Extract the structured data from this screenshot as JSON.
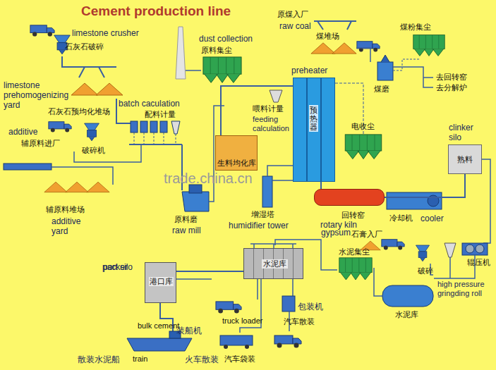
{
  "diagram": {
    "title": "Cement production line",
    "nodes": [
      {
        "text": [
          "preheater",
          "预热器"
        ]
      },
      {
        "text": [
          "生料均化库"
        ]
      },
      {
        "text": [
          "回转窑",
          "rotary kiln"
        ]
      },
      {
        "text": [
          "clinker silo",
          "熟料"
        ]
      },
      {
        "text": [
          "水泥库"
        ]
      },
      {
        "text": [
          "port silo",
          "港口库"
        ]
      }
    ],
    "edges": [
      {
        "from": 1,
        "to": 0,
        "arrow": "none"
      },
      {
        "from": 0,
        "to": 2,
        "arrow": "none"
      },
      {
        "from": 2,
        "to": 3,
        "arrow": "none"
      },
      {
        "from": 4,
        "to": 5,
        "arrow": "none"
      }
    ],
    "labels": [
      "limestone crusher",
      "石灰石破碎",
      "limestone prehomogenizing yard",
      "石灰石预均化堆场",
      "batch caculation",
      "配料计量",
      "dust collection",
      "原料集尘",
      "原煤入厂",
      "raw coal",
      "煤堆场",
      "煤粉集尘",
      "煤磨",
      "去回转窑",
      "去分解炉",
      "additive",
      "辅原料进厂",
      "破碎机",
      "喂料计量",
      "feeding calculation",
      "电收尘",
      "trade.china.cn",
      "原料磨",
      "raw mill",
      "增湿塔",
      "humidifier tower",
      "冷却机",
      "cooler",
      "辅原料堆场",
      "additive yard",
      "gypsum",
      "石膏入厂",
      "水泥集尘",
      "破碎",
      "辊压机",
      "high pressure gringding roll",
      "水泥库",
      "packer",
      "包装机",
      "汽车散装",
      "truck loader",
      "装船机",
      "bulk cement",
      "散装水泥船",
      "train",
      "火车散装",
      "汽车袋装"
    ]
  }
}
